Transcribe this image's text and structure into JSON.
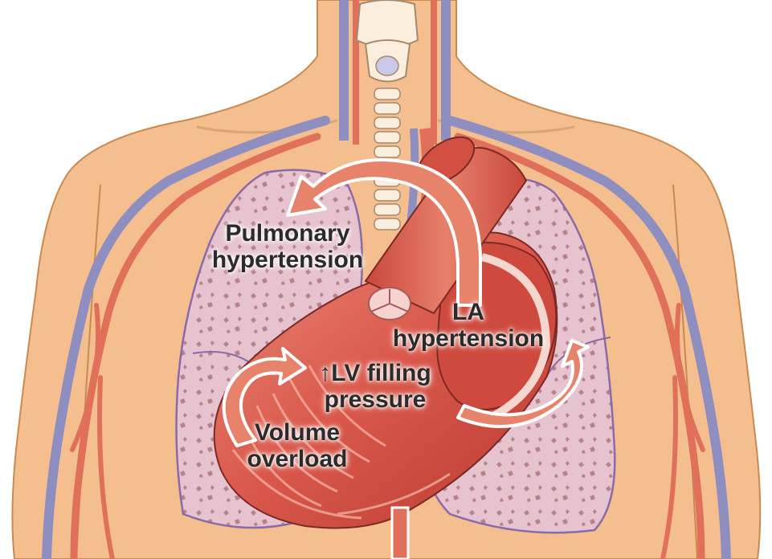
{
  "labels": {
    "pulmonary": [
      "Pulmonary",
      "hypertension"
    ],
    "la": [
      "LA",
      "hypertension"
    ],
    "lv": [
      "↑LV filling",
      "pressure"
    ],
    "volume": [
      "Volume",
      "overload"
    ]
  },
  "colors": {
    "skin": "#f4be8e",
    "skin_outline": "#c98a52",
    "lung_fill": "#e6c3cf",
    "lung_outline": "#8a6aa8",
    "alveoli": "#b7838b",
    "artery": "#e0705a",
    "vein": "#8e8fc0",
    "heart": "#d9574a",
    "heart_dark": "#c2423a",
    "arrow_fill": "#e8836b",
    "arrow_stroke": "#ffffff",
    "bone": "#fbeedc",
    "bone_outline": "#a58a6e"
  },
  "icons": [
    "cycle-arrow-icon"
  ]
}
